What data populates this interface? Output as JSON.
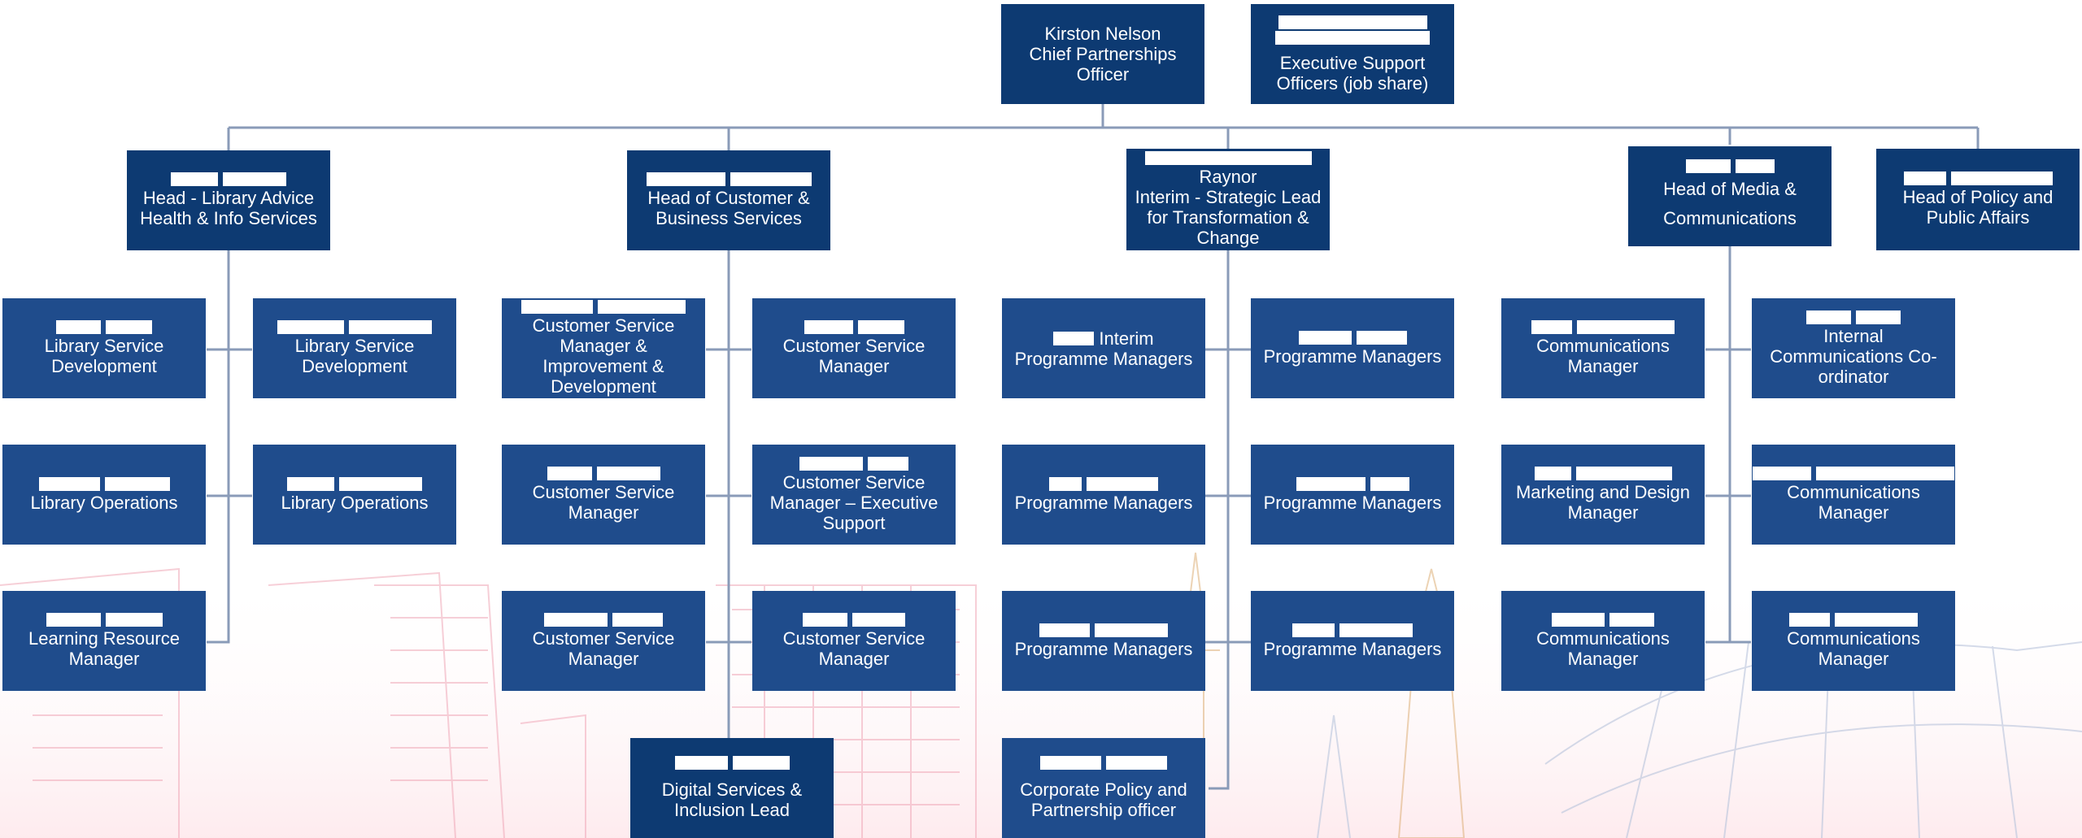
{
  "top": {
    "name": "Kirston Nelson",
    "title": "Chief Partnerships Officer"
  },
  "exec_support": {
    "title": "Executive Support Officers (job share)"
  },
  "heads": {
    "library": "Head - Library Advice Health & Info Services",
    "customer": "Head of Customer & Business Services",
    "transformation_name": "Raynor",
    "transformation": "Interim - Strategic Lead for Transformation & Change",
    "media": "Head of Media & Communications",
    "policy": "Head of Policy and Public Affairs"
  },
  "library": {
    "r1a": "Library Service Development",
    "r1b": "Library Service Development",
    "r2a": "Library Operations",
    "r2b": "Library Operations",
    "r3a": "Learning Resource Manager"
  },
  "customer": {
    "r1a": "Customer Service Manager & Improvement & Development",
    "r1b": "Customer Service Manager",
    "r2a": "Customer Service Manager",
    "r2b": "Customer Service Manager – Executive Support",
    "r3a": "Customer Service Manager",
    "r3b": "Customer Service Manager",
    "r4": "Digital Services & Inclusion Lead"
  },
  "transformation": {
    "r1a_prefix": "Interim",
    "r1a": "Programme Managers",
    "r1b": "Programme Managers",
    "r2a": "Programme Managers",
    "r2b": "Programme Managers",
    "r3a": "Programme Managers",
    "r3b": "Programme Managers",
    "r4": "Corporate Policy and Partnership officer"
  },
  "media": {
    "r1a": "Communications Manager",
    "r1b": "Internal Communications Co-ordinator",
    "r2a": "Marketing and Design Manager",
    "r2b": "Communications Manager",
    "r3a": "Communications Manager",
    "r3b": "Communications Manager"
  },
  "colors": {
    "box": "#1f4c8c",
    "box_dark": "#0d3a72",
    "connector": "#8a9bb8"
  }
}
